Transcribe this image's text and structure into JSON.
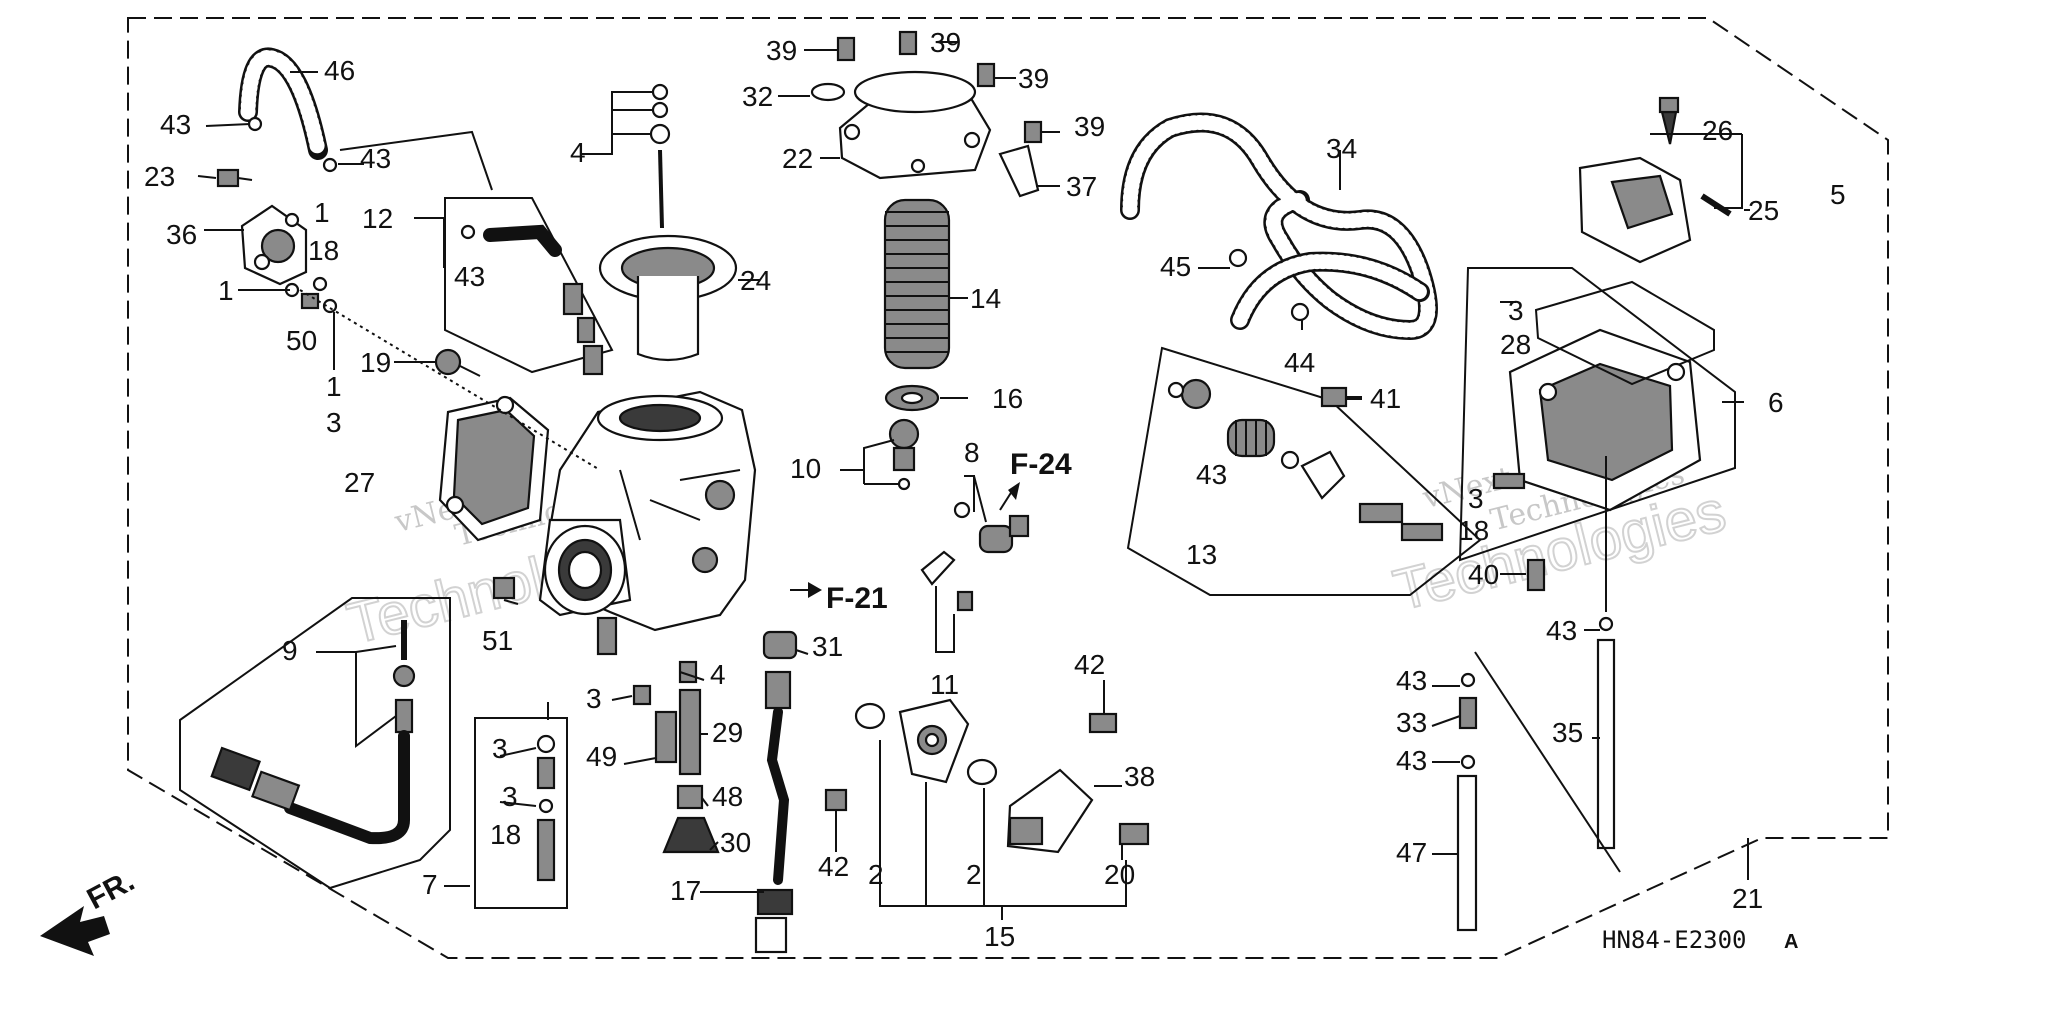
{
  "diagram": {
    "code": "HN84-E2300",
    "code_suffix": "A",
    "direction_label": "FR.",
    "refs": {
      "f24": "F-24",
      "f21": "F-21"
    },
    "watermarks": {
      "a1": "vNext",
      "a2": "Technologies",
      "a3": "Technologies",
      "b1": "vNext",
      "b2": "Technologies",
      "b3": "Technologies"
    },
    "callouts": {
      "c46": "46",
      "c43a": "43",
      "c43b": "43",
      "c23": "23",
      "c36": "36",
      "c1a": "1",
      "c18a": "18",
      "c1b": "1",
      "c50": "50",
      "c1c": "1",
      "c3a": "3",
      "c12": "12",
      "c43c": "43",
      "c19": "19",
      "c4a": "4",
      "c24": "24",
      "c39a": "39",
      "c39b": "39",
      "c39c": "39",
      "c39d": "39",
      "c32": "32",
      "c22": "22",
      "c37": "37",
      "c14": "14",
      "c16": "16",
      "c10": "10",
      "c8": "8",
      "c27": "27",
      "c34": "34",
      "c45": "45",
      "c44": "44",
      "c26": "26",
      "c5": "5",
      "c25": "25",
      "c3b": "3",
      "c28": "28",
      "c6": "6",
      "c41": "41",
      "c43d": "43",
      "c13": "13",
      "c3c": "3",
      "c18b": "18",
      "c40": "40",
      "c43e": "43",
      "c51": "51",
      "c31": "31",
      "c11": "11",
      "c9": "9",
      "c3d": "3",
      "c4b": "4",
      "c29": "29",
      "c3e": "3",
      "c49": "49",
      "c48": "48",
      "c3f": "3",
      "c18c": "18",
      "c30": "30",
      "c7": "7",
      "c17": "17",
      "c42a": "42",
      "c42b": "42",
      "c38": "38",
      "c2a": "2",
      "c2b": "2",
      "c20": "20",
      "c15": "15",
      "c43f": "43",
      "c33": "33",
      "c43g": "43",
      "c35": "35",
      "c47": "47",
      "c21": "21"
    }
  }
}
